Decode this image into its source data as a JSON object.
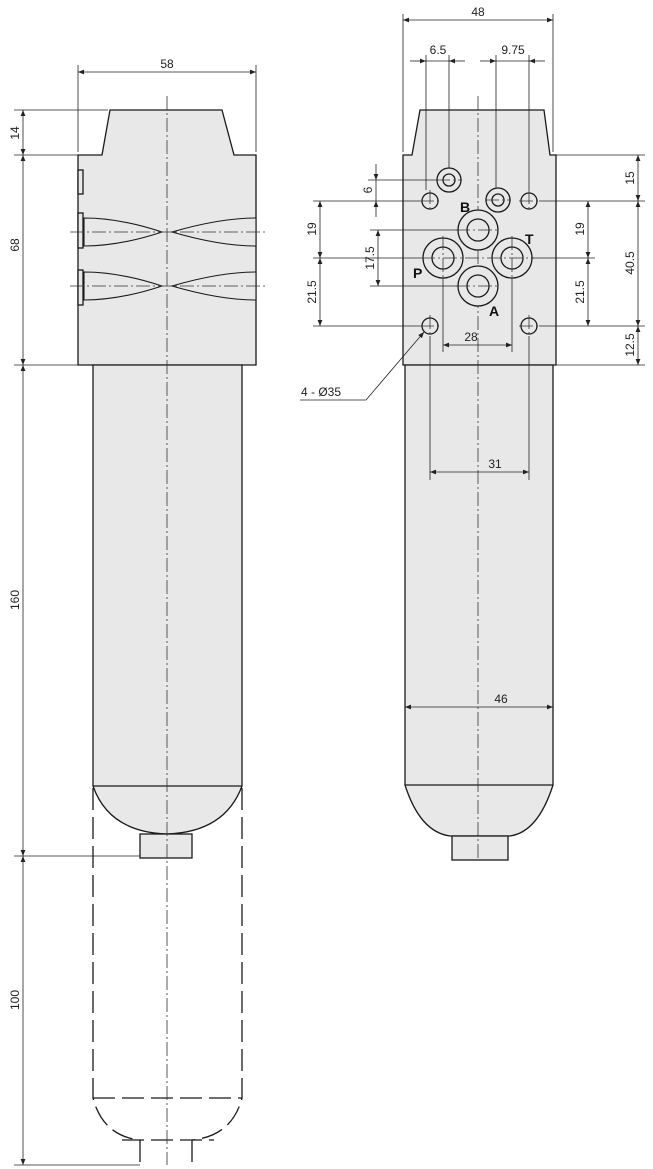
{
  "side_view": {
    "dimensions": {
      "width_top": "58",
      "height_cap": "14",
      "height_head": "68",
      "height_bowl": "160",
      "height_service": "100"
    }
  },
  "front_view": {
    "dimensions": {
      "width_top": "48",
      "port_offset_a": "6.5",
      "port_offset_b": "9.75",
      "v_6": "6",
      "v_19_left": "19",
      "v_17_5": "17.5",
      "v_21_5_left": "21.5",
      "v_15": "15",
      "v_19_right": "19",
      "v_40_5": "40.5",
      "v_21_5_right": "21.5",
      "v_12_5": "12.5",
      "h_28": "28",
      "h_31": "31",
      "width_bowl": "46"
    },
    "holes_callout": "4 - Ø35",
    "ports": {
      "p": "P",
      "a": "A",
      "b": "B",
      "t": "T"
    }
  }
}
